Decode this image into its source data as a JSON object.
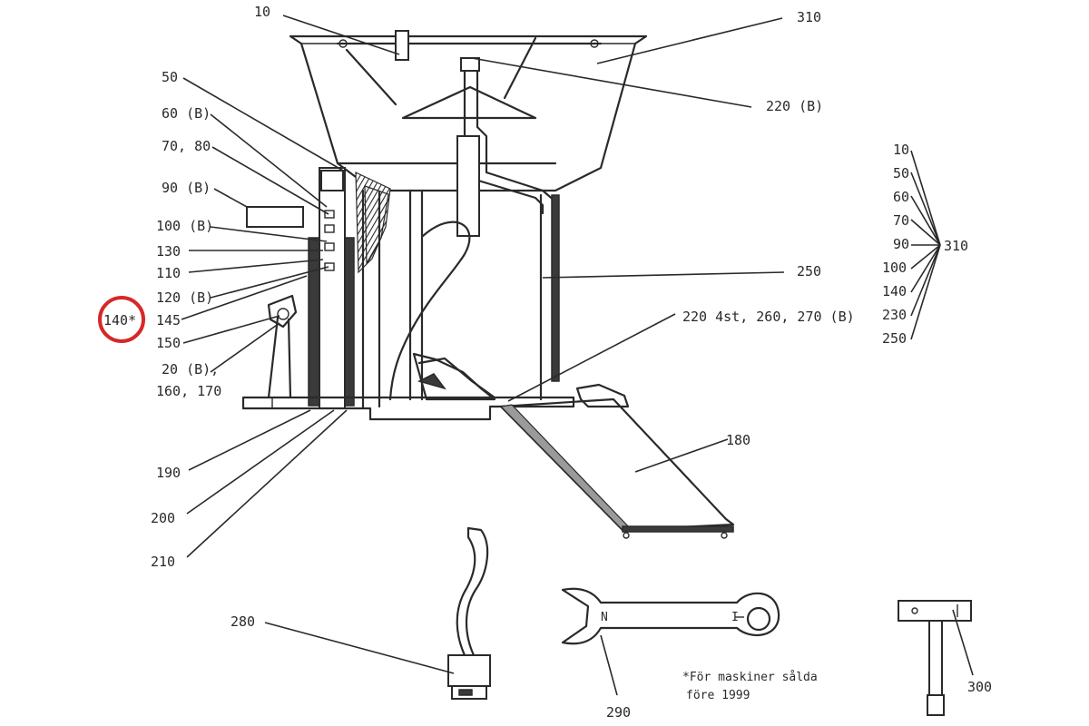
{
  "labels": {
    "l10": "10",
    "l310": "310",
    "l220b": "220 (B)",
    "l50": "50",
    "l60b": "60 (B)",
    "l7080": "70, 80",
    "l90b": "90 (B)",
    "l100b": "100 (B)",
    "l130": "130",
    "l110": "110",
    "l120b": "120 (B)",
    "l140": "140*",
    "l145": "145",
    "l150": "150",
    "l20b": "20 (B),",
    "l160170": "160, 170",
    "l190": "190",
    "l200": "200",
    "l210": "210",
    "l250": "250",
    "l220set": "220 4st, 260, 270 (B)",
    "l180": "180",
    "l280": "280",
    "l290": "290",
    "l300": "300"
  },
  "group_310": {
    "items": [
      "10",
      "50",
      "60",
      "70",
      "90",
      "100",
      "140",
      "230",
      "250"
    ],
    "target": "310"
  },
  "note": {
    "line1": "*För maskiner sålda",
    "line2": "före 1999"
  },
  "highlight": {
    "label": "140*",
    "color": "#d62828"
  }
}
